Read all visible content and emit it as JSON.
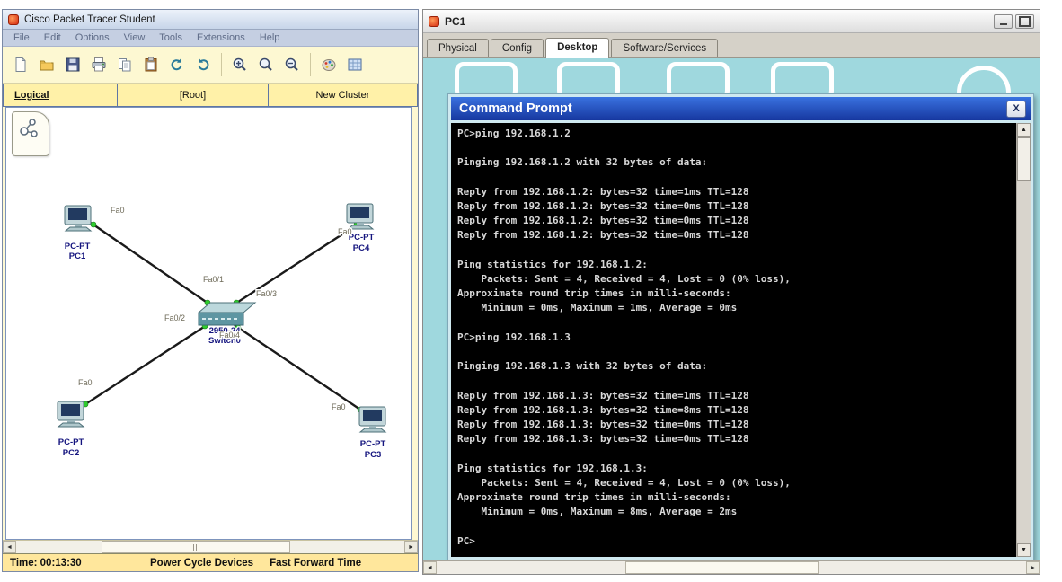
{
  "pt_window": {
    "title": "Cisco Packet Tracer Student",
    "menu_items": [
      "File",
      "Edit",
      "Options",
      "View",
      "Tools",
      "Extensions",
      "Help"
    ],
    "toolbar_icons": [
      "new-file",
      "open-file",
      "save",
      "print",
      "copy",
      "paste",
      "undo",
      "redo",
      "zoom-in",
      "zoom-reset",
      "zoom-out",
      "drawing-palette",
      "custom-devices"
    ],
    "workspace_bar": {
      "logical_label": "Logical",
      "root_label": "[Root]",
      "new_cluster_label": "New Cluster"
    },
    "topology": {
      "devices": [
        {
          "id": "PC1",
          "type": "PC-PT",
          "name": "PC1"
        },
        {
          "id": "PC2",
          "type": "PC-PT",
          "name": "PC2"
        },
        {
          "id": "PC3",
          "type": "PC-PT",
          "name": "PC3"
        },
        {
          "id": "PC4",
          "type": "PC-PT",
          "name": "PC4"
        },
        {
          "id": "Switch0",
          "type": "2950-24",
          "name": "Switch0"
        }
      ],
      "links": [
        {
          "from": "PC1",
          "from_port": "Fa0",
          "to": "Switch0",
          "to_port": "Fa0/1"
        },
        {
          "from": "PC4",
          "from_port": "Fa0",
          "to": "Switch0",
          "to_port": "Fa0/3"
        },
        {
          "from": "PC2",
          "from_port": "Fa0",
          "to": "Switch0",
          "to_port": "Fa0/2"
        },
        {
          "from": "PC3",
          "from_port": "Fa0",
          "to": "Switch0",
          "to_port": "Fa0/4"
        }
      ],
      "link_status_color": "#2ecc2e"
    },
    "status_bar": {
      "time_label": "Time: 00:13:30",
      "power_cycle_label": "Power Cycle Devices",
      "fast_forward_label": "Fast Forward Time"
    }
  },
  "pc1_window": {
    "title": "PC1",
    "tabs": [
      "Physical",
      "Config",
      "Desktop",
      "Software/Services"
    ],
    "active_tab": "Desktop",
    "command_prompt": {
      "title": "Command Prompt",
      "close_label": "X",
      "terminal_lines": [
        "PC>ping 192.168.1.2",
        "",
        "Pinging 192.168.1.2 with 32 bytes of data:",
        "",
        "Reply from 192.168.1.2: bytes=32 time=1ms TTL=128",
        "Reply from 192.168.1.2: bytes=32 time=0ms TTL=128",
        "Reply from 192.168.1.2: bytes=32 time=0ms TTL=128",
        "Reply from 192.168.1.2: bytes=32 time=0ms TTL=128",
        "",
        "Ping statistics for 192.168.1.2:",
        "    Packets: Sent = 4, Received = 4, Lost = 0 (0% loss),",
        "Approximate round trip times in milli-seconds:",
        "    Minimum = 0ms, Maximum = 1ms, Average = 0ms",
        "",
        "PC>ping 192.168.1.3",
        "",
        "Pinging 192.168.1.3 with 32 bytes of data:",
        "",
        "Reply from 192.168.1.3: bytes=32 time=1ms TTL=128",
        "Reply from 192.168.1.3: bytes=32 time=8ms TTL=128",
        "Reply from 192.168.1.3: bytes=32 time=0ms TTL=128",
        "Reply from 192.168.1.3: bytes=32 time=0ms TTL=128",
        "",
        "Ping statistics for 192.168.1.3:",
        "    Packets: Sent = 4, Received = 4, Lost = 0 (0% loss),",
        "Approximate round trip times in milli-seconds:",
        "    Minimum = 0ms, Maximum = 8ms, Average = 2ms",
        "",
        "PC>"
      ]
    }
  },
  "colors": {
    "cmd_titlebar_blue": "#1f46c4",
    "desktop_teal": "#9fd8de",
    "status_yellow": "#ffe79c",
    "toolbar_yellow": "#fdf8d2",
    "link_up_green": "#2ecc2e"
  }
}
